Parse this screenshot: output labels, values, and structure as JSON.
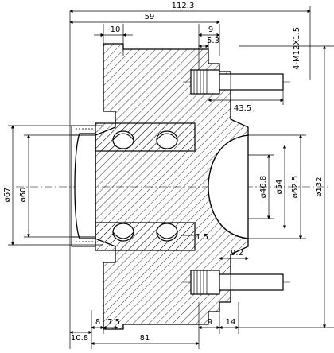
{
  "drawing": {
    "dimensions": {
      "overall_width": "112.3",
      "flange_to_face": "59",
      "flange_thickness": "10",
      "stud_head": "9",
      "stud_shoulder": "5.3",
      "thread_spec": "4-M12X1.5",
      "stud_length": "43.5",
      "bearing_od": "ø67",
      "seal_id": "ø60",
      "bore_small": "ø46.8",
      "bore_mid": "ø54",
      "pilot_dia": "ø62.5",
      "pcd_dia": "ø132",
      "chamfer": "1.5",
      "pilot_depth": "9.2",
      "ring_gap": "8",
      "ring_width": "7.5",
      "hub_length": "81",
      "offset_left": "10.8",
      "stud_base": "9",
      "stud_tip": "14"
    }
  }
}
